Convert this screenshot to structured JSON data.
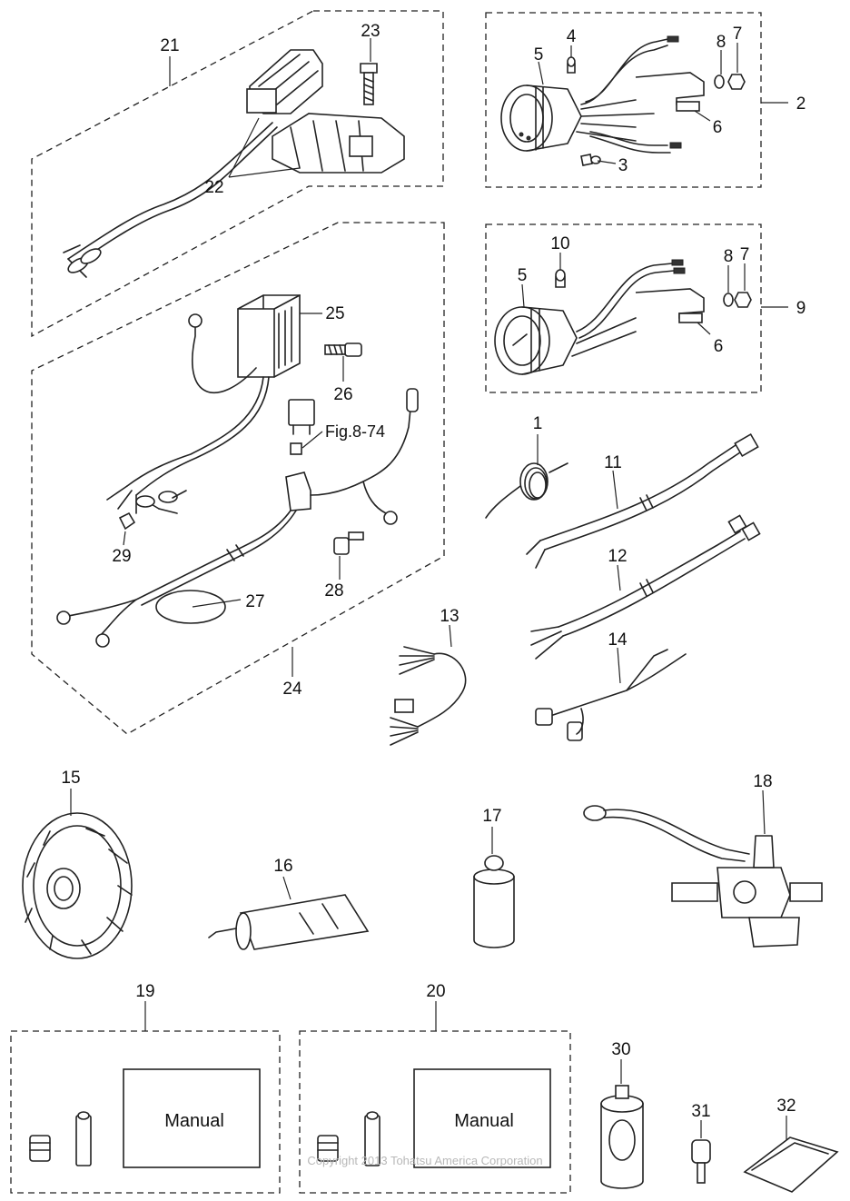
{
  "callouts": {
    "c1": "1",
    "c2": "2",
    "c3": "3",
    "c4": "4",
    "c5a": "5",
    "c5b": "5",
    "c6a": "6",
    "c6b": "6",
    "c7a": "7",
    "c7b": "7",
    "c8a": "8",
    "c8b": "8",
    "c9": "9",
    "c10": "10",
    "c11": "11",
    "c12": "12",
    "c13": "13",
    "c14": "14",
    "c15": "15",
    "c16": "16",
    "c17": "17",
    "c18": "18",
    "c19": "19",
    "c20": "20",
    "c21": "21",
    "c22": "22",
    "c23": "23",
    "c24": "24",
    "c25": "25",
    "c26": "26",
    "c27": "27",
    "c28": "28",
    "c29": "29",
    "c30": "30",
    "c31": "31",
    "c32": "32"
  },
  "figure_ref": "Fig.8-74",
  "manual_labels": [
    "Manual",
    "Manual"
  ],
  "copyright": "Copyright 2013 Tohatsu America Corporation"
}
